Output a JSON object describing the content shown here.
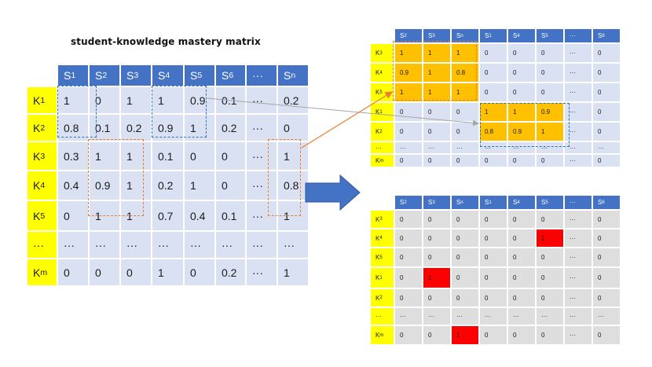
{
  "title": "student-knowledge mastery matrix",
  "colors": {
    "header": "#4472c4",
    "row_header": "#ffff00",
    "cell": "#d9e1f2",
    "highlight": "#ffc000",
    "gray_cell": "#dedede",
    "mark": "#ff0000",
    "blue_dash": "#2e75b6",
    "orange_dash": "#ed7d31",
    "arrow": "#4472c4"
  },
  "main_matrix": {
    "columns": [
      "S1",
      "S2",
      "S3",
      "S4",
      "S5",
      "S6",
      "···",
      "Sn"
    ],
    "rows": [
      {
        "label": "K1",
        "cells": [
          "1",
          "0",
          "1",
          "1",
          "0.9",
          "0.1",
          "···",
          "0.2"
        ]
      },
      {
        "label": "K2",
        "cells": [
          "0.8",
          "0.1",
          "0.2",
          "0.9",
          "1",
          "0.2",
          "···",
          "0"
        ]
      },
      {
        "label": "K3",
        "cells": [
          "0.3",
          "1",
          "1",
          "0.1",
          "0",
          "0",
          "···",
          "1"
        ]
      },
      {
        "label": "K4",
        "cells": [
          "0.4",
          "0.9",
          "1",
          "0.2",
          "1",
          "0",
          "···",
          "0.8"
        ]
      },
      {
        "label": "K5",
        "cells": [
          "0",
          "1",
          "1",
          "0.7",
          "0.4",
          "0.1",
          "···",
          "1"
        ]
      },
      {
        "label": "···",
        "cells": [
          "···",
          "···",
          "···",
          "···",
          "···",
          "···",
          "···",
          "···"
        ]
      },
      {
        "label": "Km",
        "cells": [
          "0",
          "0",
          "0",
          "1",
          "0",
          "0.2",
          "···",
          "1"
        ]
      }
    ]
  },
  "top_matrix": {
    "columns": [
      "S2",
      "S3",
      "Sn",
      "S1",
      "S4",
      "S5",
      "···",
      "S6"
    ],
    "rows": [
      {
        "label": "K3",
        "cells": [
          "1",
          "1",
          "1",
          "0",
          "0",
          "0",
          "···",
          "0"
        ],
        "highlight": [
          0,
          1,
          2
        ]
      },
      {
        "label": "K4",
        "cells": [
          "0.9",
          "1",
          "0.8",
          "0",
          "0",
          "0",
          "···",
          "0"
        ],
        "highlight": [
          0,
          1,
          2
        ]
      },
      {
        "label": "K5",
        "cells": [
          "1",
          "1",
          "1",
          "0",
          "0",
          "0",
          "···",
          "0"
        ],
        "highlight": [
          0,
          1,
          2
        ]
      },
      {
        "label": "K1",
        "cells": [
          "0",
          "0",
          "0",
          "1",
          "1",
          "0.9",
          "···",
          "0"
        ],
        "highlight": [
          3,
          4,
          5
        ]
      },
      {
        "label": "K2",
        "cells": [
          "0",
          "0",
          "0",
          "0.8",
          "0.9",
          "1",
          "···",
          "0"
        ],
        "highlight": [
          3,
          4,
          5
        ]
      },
      {
        "label": "···",
        "cells": [
          "···",
          "···",
          "···",
          "···",
          "···",
          "···",
          "···",
          "···"
        ],
        "highlight": []
      },
      {
        "label": "Km",
        "cells": [
          "0",
          "0",
          "0",
          "0",
          "0",
          "0",
          "···",
          "0"
        ],
        "highlight": []
      }
    ]
  },
  "bottom_matrix": {
    "columns": [
      "S2",
      "S3",
      "Sn",
      "S1",
      "S4",
      "S5",
      "···",
      "S6"
    ],
    "rows": [
      {
        "label": "K3",
        "cells": [
          "0",
          "0",
          "0",
          "0",
          "0",
          "0",
          "···",
          "0"
        ],
        "marked": []
      },
      {
        "label": "K4",
        "cells": [
          "0",
          "0",
          "0",
          "0",
          "0",
          "1",
          "···",
          "0"
        ],
        "marked": [
          5
        ]
      },
      {
        "label": "K5",
        "cells": [
          "0",
          "0",
          "0",
          "0",
          "0",
          "0",
          "···",
          "0"
        ],
        "marked": []
      },
      {
        "label": "K1",
        "cells": [
          "0",
          "1",
          "0",
          "0",
          "0",
          "0",
          "···",
          "0"
        ],
        "marked": [
          1
        ]
      },
      {
        "label": "K2",
        "cells": [
          "0",
          "0",
          "0",
          "0",
          "0",
          "0",
          "···",
          "0"
        ],
        "marked": []
      },
      {
        "label": "···",
        "cells": [
          "···",
          "···",
          "···",
          "···",
          "···",
          "···",
          "···",
          "···"
        ],
        "marked": []
      },
      {
        "label": "Km",
        "cells": [
          "0",
          "0",
          "1",
          "0",
          "0",
          "0",
          "···",
          "0"
        ],
        "marked": [
          2
        ]
      }
    ]
  }
}
